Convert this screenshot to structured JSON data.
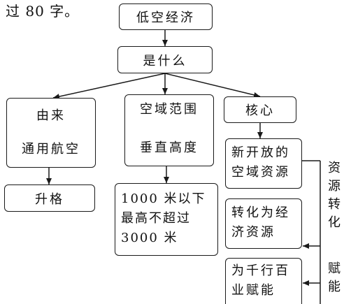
{
  "intro_fragment": "过 80 字。",
  "nodes": {
    "root": "低空经济",
    "what": "是什么",
    "origin": "由来",
    "general_aviation": "通用航空",
    "upgrade": "升格",
    "airspace_scope": "空域范围",
    "vertical_height": "垂直高度",
    "altitude_line1": "1000 米以下",
    "altitude_line2": "最高不超过",
    "altitude_line3": "3000 米",
    "core": "核心",
    "new_resource_line1": "新开放的",
    "new_resource_line2": "空域资源",
    "convert_line1": "转化为经",
    "convert_line2": "济资源",
    "empower_line1": "为千行百",
    "empower_line2": "业赋能"
  },
  "side_labels": {
    "resource_conversion": "资源转化",
    "empowerment": "赋能"
  }
}
